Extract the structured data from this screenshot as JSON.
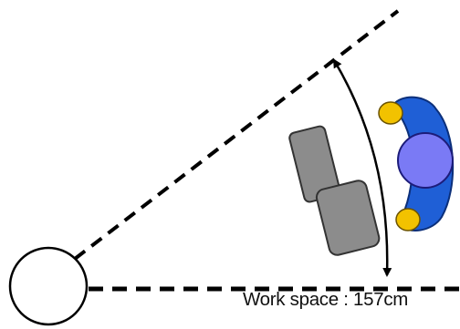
{
  "labels": {
    "work_space": "Work space : 157cm"
  },
  "icons": {
    "origin": "circle-outline",
    "arc": "double-headed-arc-arrow",
    "device": "chair-or-seat-topview",
    "person": "person-topview"
  },
  "colors": {
    "line": "#000000",
    "device_fill": "#8c8c8c",
    "person_body": "#1f5fd6",
    "person_head": "#7a7af5",
    "person_hands": "#f2c200"
  }
}
